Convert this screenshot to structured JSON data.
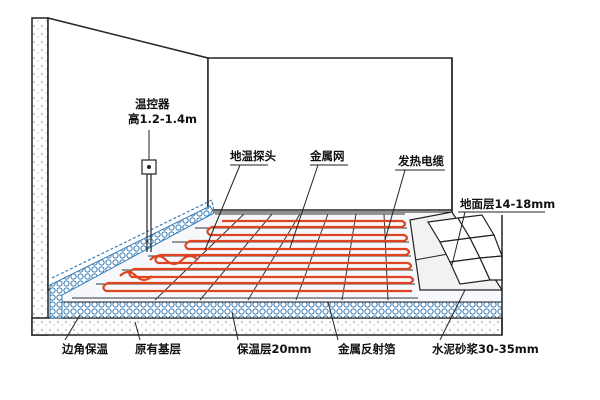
{
  "labels": {
    "thermostat_line1": "温控器",
    "thermostat_line2": "高1.2-1.4m",
    "floor_sensor": "地温探头",
    "metal_mesh": "金属网",
    "heating_cable": "发热电缆",
    "floor_layer": "地面层14-18mm",
    "corner_insulation": "边角保温",
    "original_base": "原有基层",
    "insulation_layer": "保温层20mm",
    "metal_reflective_film": "金属反射箔",
    "cement_mortar": "水泥砂浆30-35mm"
  },
  "colors": {
    "heating_cable": "#e0431f",
    "insulation": "#3d7fb8",
    "wall_outline": "#222222"
  }
}
